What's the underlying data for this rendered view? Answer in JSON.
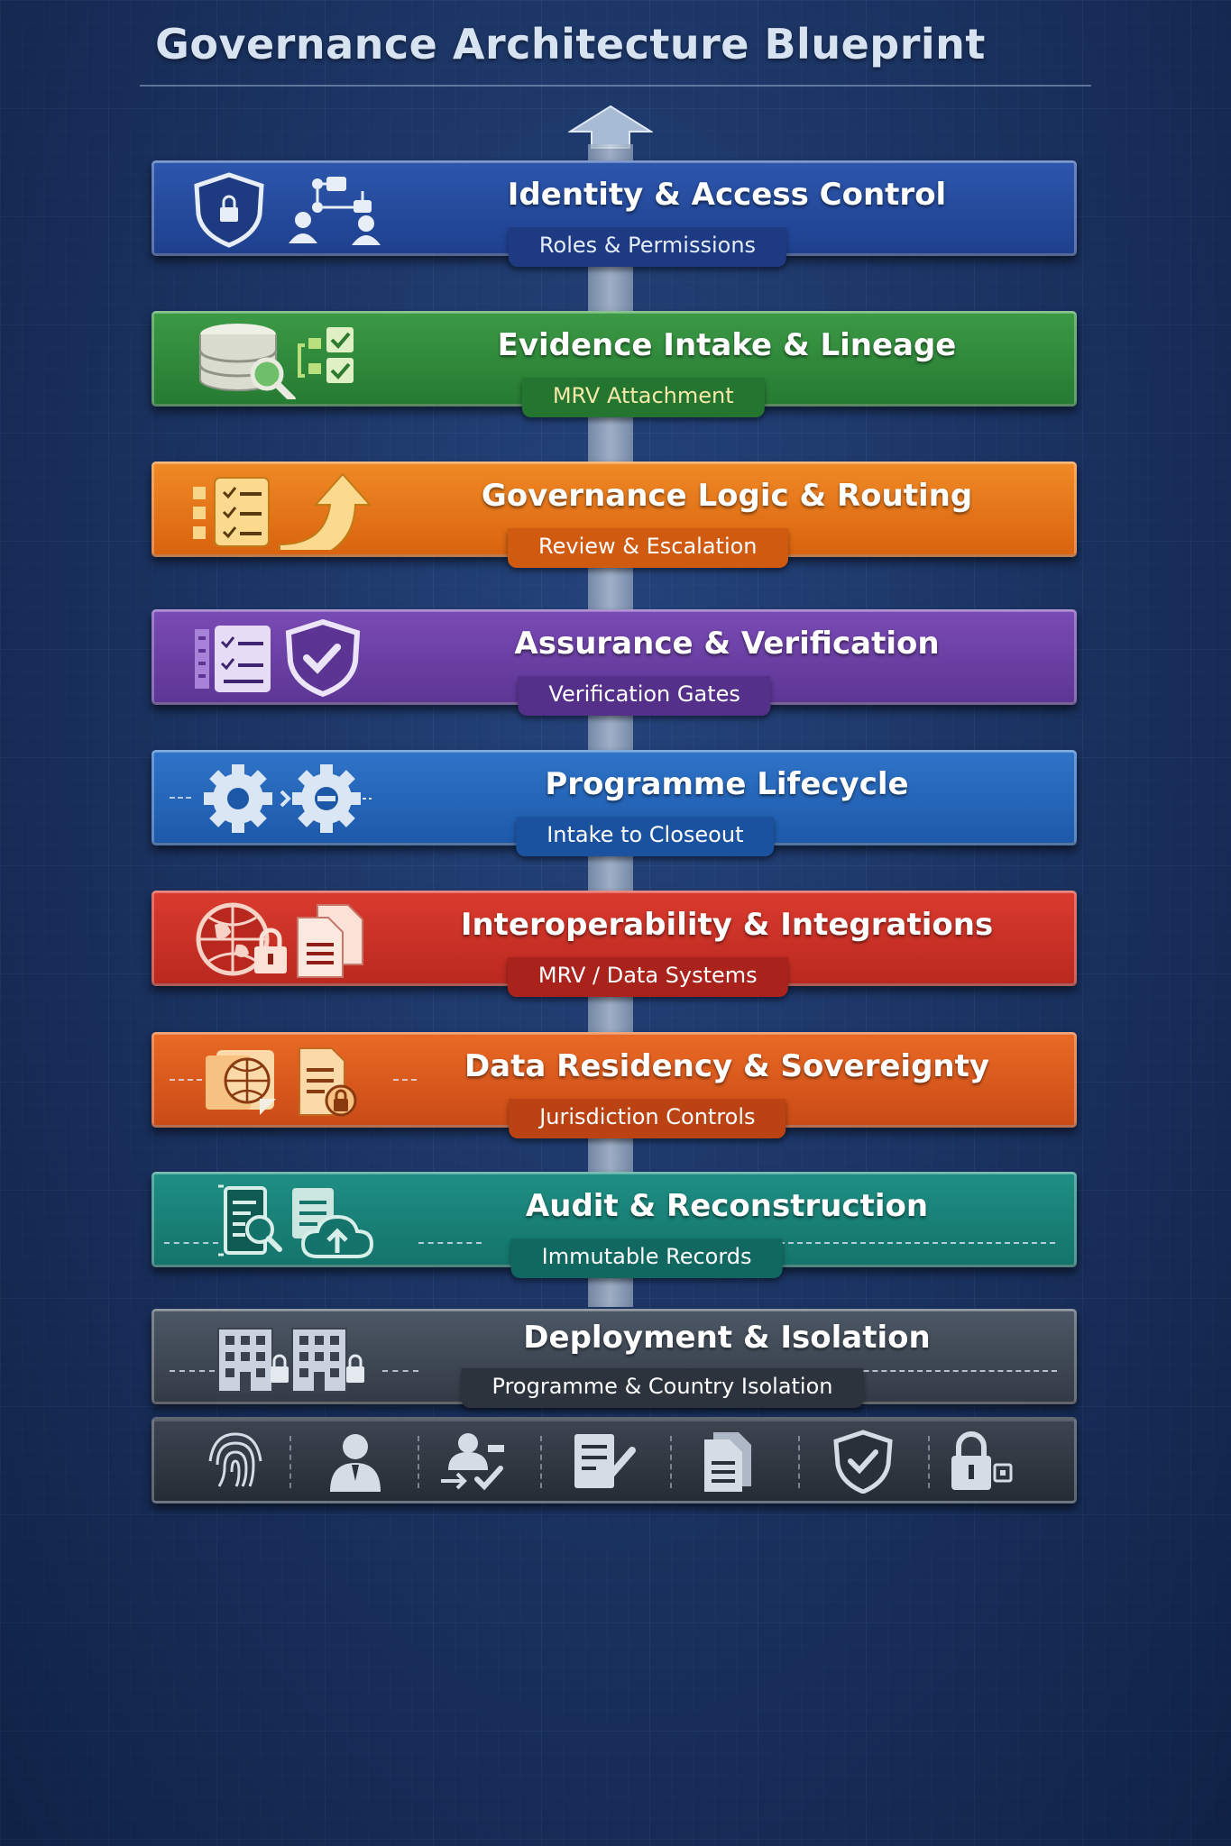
{
  "title": "Governance  Architecture Blueprint",
  "layers": [
    {
      "title": "Identity & Access Control",
      "subtitle": "Roles & Permissions",
      "icons": [
        "shield-lock-icon",
        "org-chart-users-icon"
      ]
    },
    {
      "title": "Evidence Intake & Lineage",
      "subtitle": "MRV Attachment",
      "icons": [
        "database-search-icon",
        "checklist-icon"
      ]
    },
    {
      "title": "Governance Logic & Routing",
      "subtitle": "Review & Escalation",
      "icons": [
        "task-list-icon",
        "escalation-arrow-icon"
      ]
    },
    {
      "title": "Assurance & Verification",
      "subtitle": "Verification Gates",
      "icons": [
        "document-checklist-icon",
        "shield-check-icon"
      ]
    },
    {
      "title": "Programme Lifecycle",
      "subtitle": "Intake to Closeout",
      "icons": [
        "gear-icon",
        "gear-icon"
      ]
    },
    {
      "title": "Interoperability & Integrations",
      "subtitle": "MRV / Data Systems",
      "icons": [
        "globe-lock-icon",
        "documents-icon"
      ]
    },
    {
      "title": "Data Residency & Sovereignty",
      "subtitle": "Jurisdiction Controls",
      "icons": [
        "globe-folder-icon",
        "document-lock-icon"
      ]
    },
    {
      "title": "Audit & Reconstruction",
      "subtitle": "Immutable Records",
      "icons": [
        "document-search-icon",
        "cloud-upload-icon"
      ]
    },
    {
      "title": "Deployment & Isolation",
      "subtitle": "Programme & Country Isolation",
      "icons": [
        "building-icon",
        "building-icon"
      ]
    }
  ],
  "toolbar_icons": [
    "fingerprint-icon",
    "user-icon",
    "user-assign-icon",
    "document-check-icon",
    "documents-icon",
    "shield-check-icon",
    "padlock-icon"
  ],
  "colors": {
    "background": "#183263",
    "identity": "#2d57ad",
    "evidence": "#3c9a45",
    "logic": "#f08a26",
    "assurance": "#7a4bb5",
    "lifecycle": "#2f74c9",
    "interop": "#db3b2f",
    "residency": "#ea6a25",
    "audit": "#1f8f84",
    "deployment": "#4d5866"
  }
}
